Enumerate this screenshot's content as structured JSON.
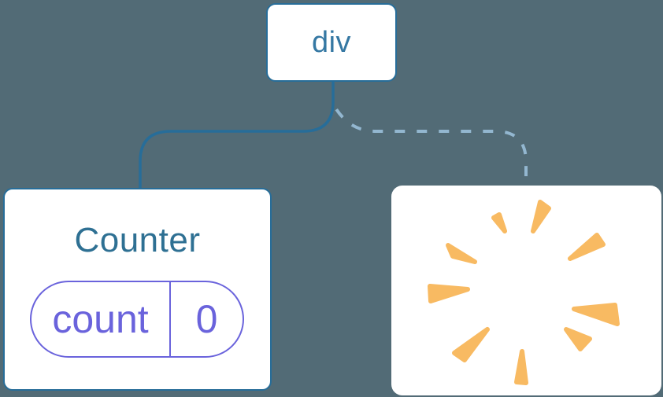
{
  "root_node": {
    "label": "div"
  },
  "counter_node": {
    "title": "Counter",
    "state_pill": {
      "key": "count",
      "value": "0"
    }
  },
  "removed_node": {
    "icon": "poof-burst-icon"
  },
  "links": {
    "counter": "solid",
    "removed": "dashed"
  },
  "colors": {
    "background": "#526B76",
    "card_bg": "#FFFFFF",
    "node_border": "#276D99",
    "node_text": "#3578A3",
    "title_text": "#2E7093",
    "solid_link": "#276D99",
    "dashed_link": "#93B7D0",
    "pill": "#6A63DC",
    "spark": "#F8BA62"
  }
}
